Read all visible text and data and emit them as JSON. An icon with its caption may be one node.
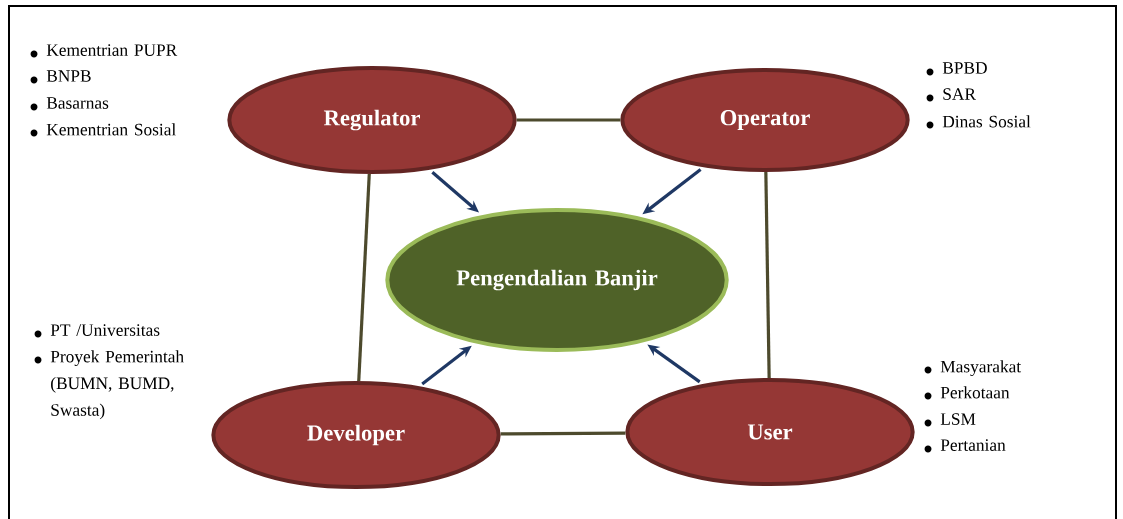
{
  "diagram": {
    "nodes": [
      {
        "text": [
          "Regulator"
        ],
        "beside": [
          "Kementrian PUPR",
          "BNPB",
          "Basarnas",
          "Kementrian Sosial"
        ]
      },
      {
        "text": [
          "Operator"
        ],
        "beside": [
          "BPBD",
          "SAR",
          "Dinas Sosial"
        ]
      },
      {
        "text": [
          "Pengendalian Banjir"
        ]
      },
      {
        "text": [
          "Developer"
        ],
        "beside": [
          "PT /Universitas",
          "Proyek Pemerintah (BUMN, BUMD, Swasta)"
        ]
      },
      {
        "text": [
          "User"
        ],
        "beside": [
          "Masyarakat",
          "Perkotaan",
          "LSM",
          "Pertanian"
        ]
      }
    ],
    "edges": [
      {
        "from": 0,
        "to": 1,
        "arrow": "none"
      },
      {
        "from": 0,
        "to": 3,
        "arrow": "none"
      },
      {
        "from": 1,
        "to": 4,
        "arrow": "none"
      },
      {
        "from": 3,
        "to": 4,
        "arrow": "none"
      },
      {
        "from": 0,
        "to": 2,
        "arrow": "to",
        "color": "#1f3864"
      },
      {
        "from": 1,
        "to": 2,
        "arrow": "to",
        "color": "#1f3864"
      },
      {
        "from": 3,
        "to": 2,
        "arrow": "to",
        "color": "#1f3864"
      },
      {
        "from": 4,
        "to": 2,
        "arrow": "to",
        "color": "#1f3864"
      }
    ]
  }
}
